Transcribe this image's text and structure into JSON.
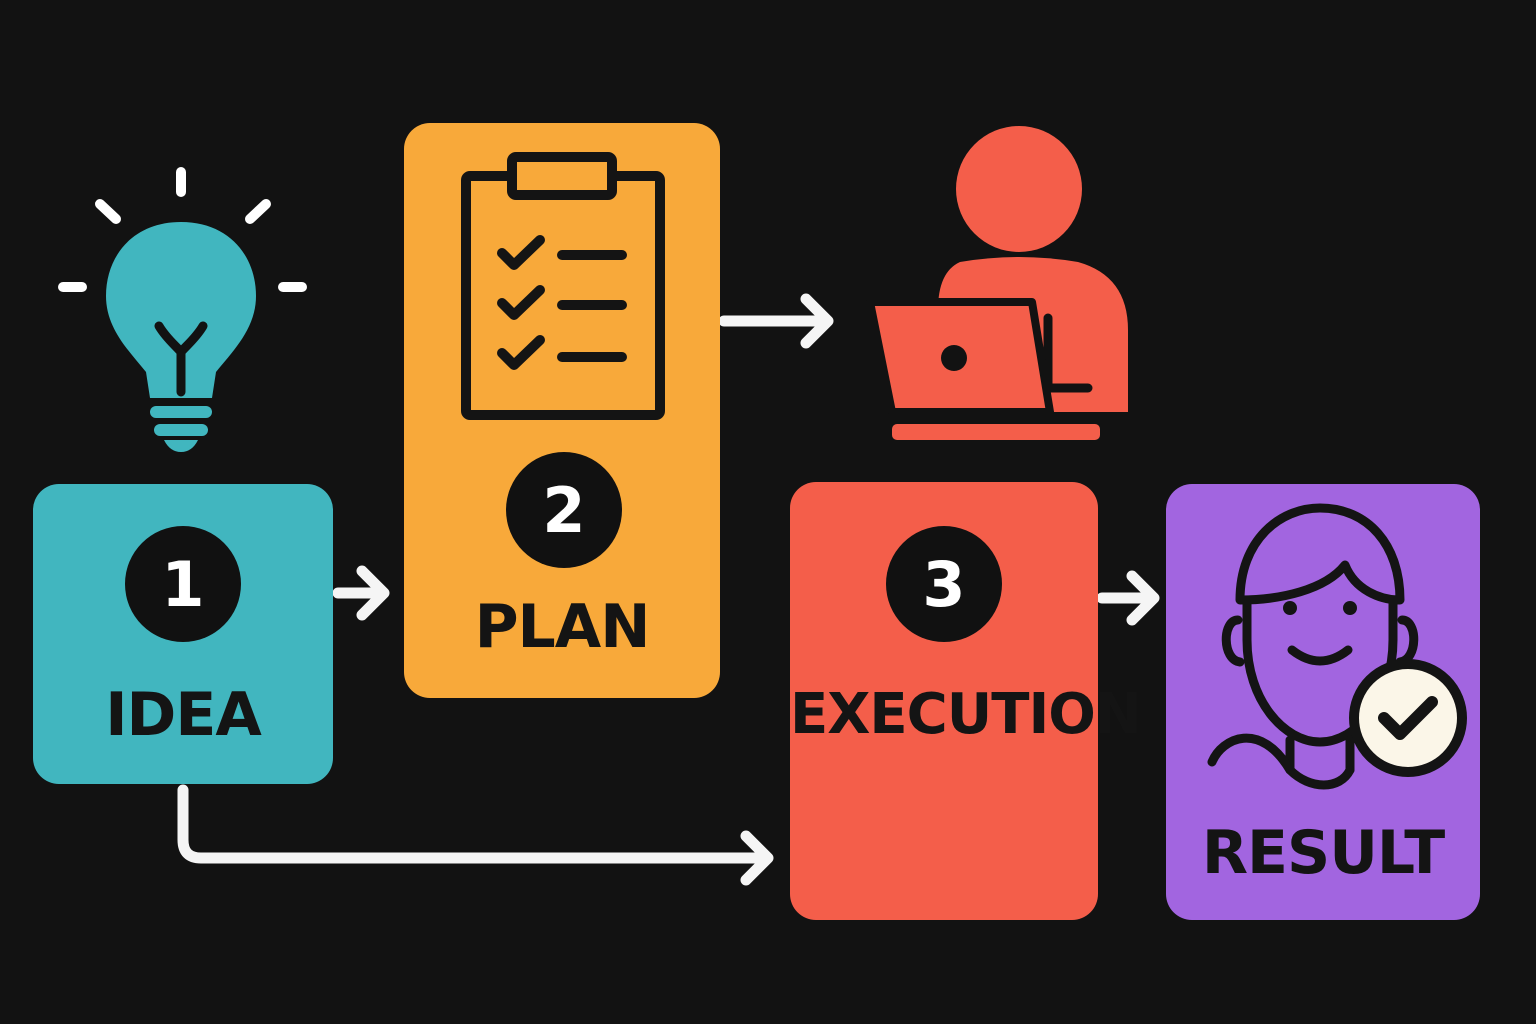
{
  "steps": [
    {
      "number": "1",
      "label": "IDEA",
      "color": "#41b6bf",
      "icon": "lightbulb-icon"
    },
    {
      "number": "2",
      "label": "PLAN",
      "color": "#f8a93a",
      "icon": "clipboard-checklist-icon"
    },
    {
      "number": "3",
      "label": "EXECUTION",
      "color": "#f45e4a",
      "icon": "person-laptop-icon"
    },
    {
      "number": "",
      "label": "RESULT",
      "color": "#a265e0",
      "icon": "happy-person-check-icon"
    }
  ],
  "colors": {
    "background": "#121212",
    "arrow": "#f5f5f5",
    "badge": "#111111"
  }
}
